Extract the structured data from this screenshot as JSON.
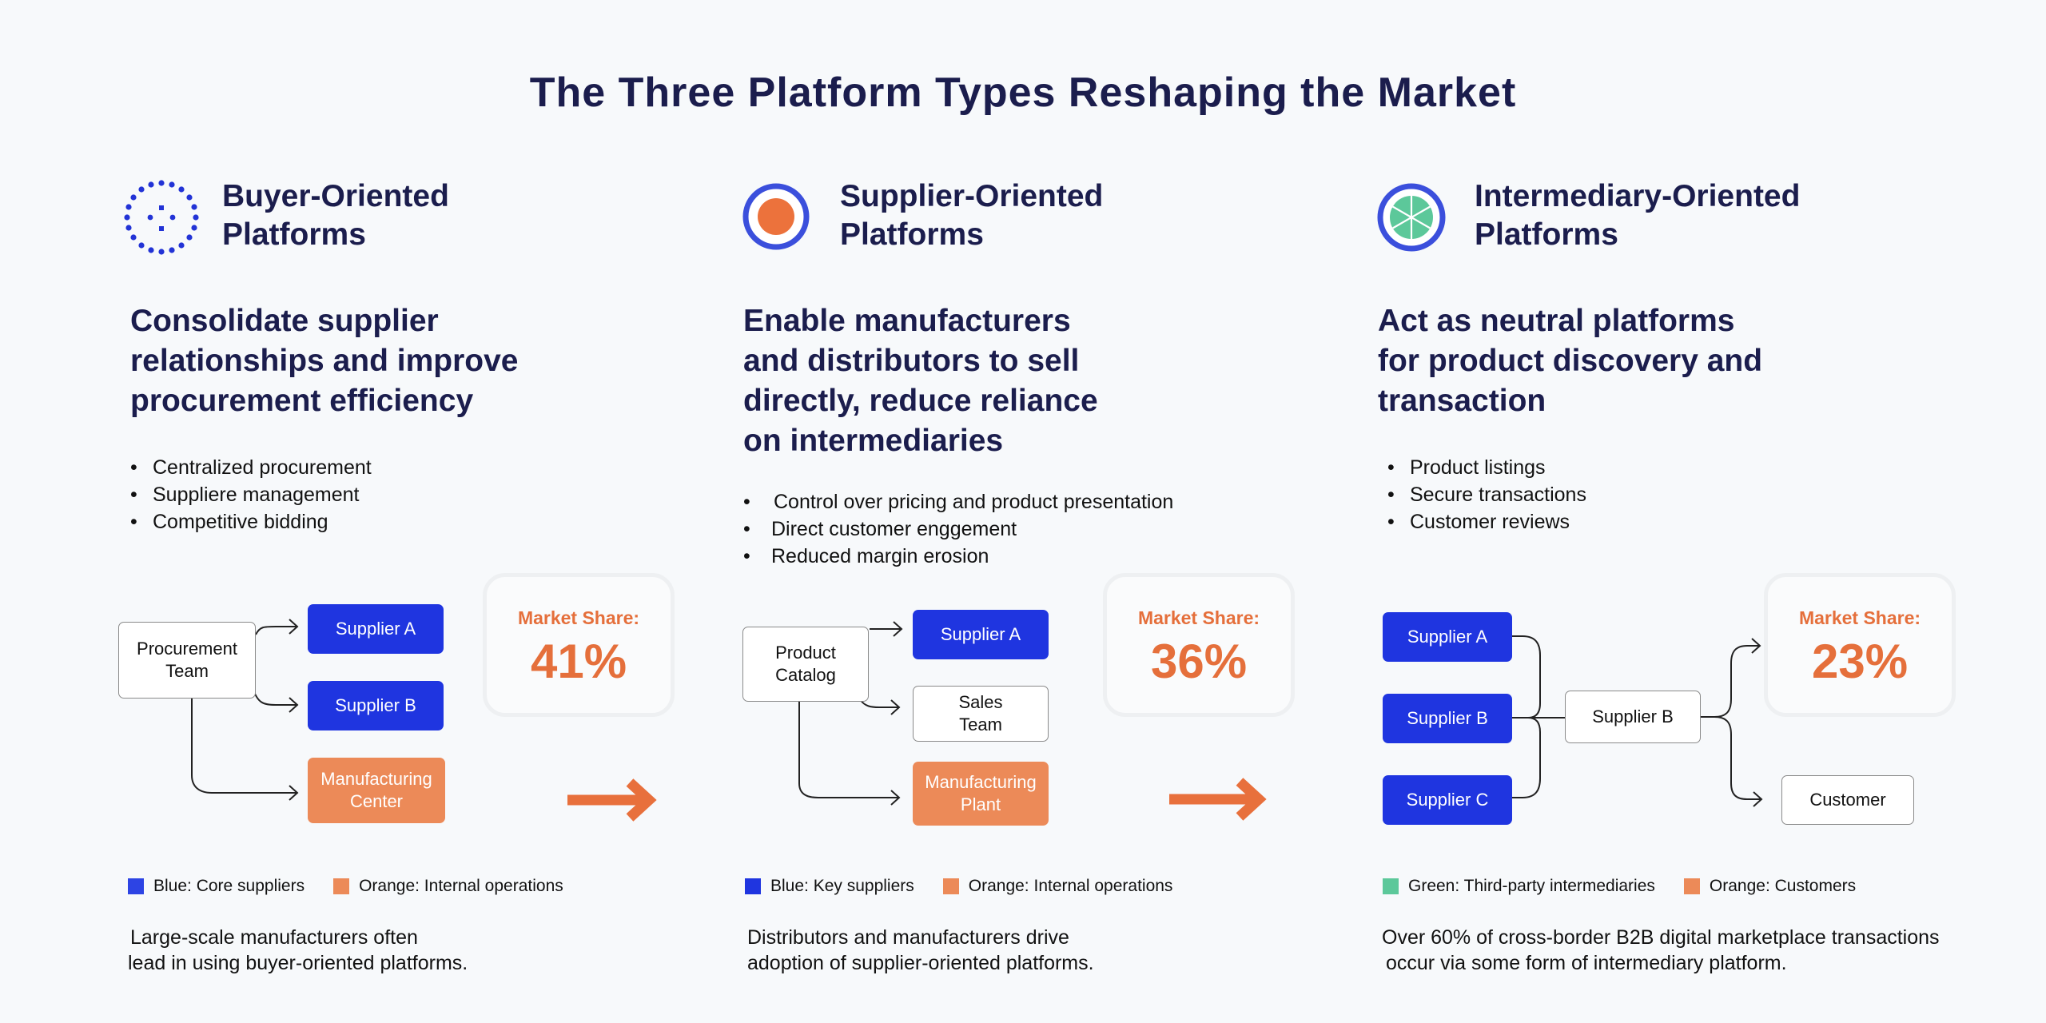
{
  "title": "The Three Platform Types Reshaping the Market",
  "colors": {
    "navy": "#1b1d4d",
    "blue": "#1f35e0",
    "orange": "#ec8a58",
    "accent_orange": "#e56f3b",
    "green": "#5cc89a",
    "ring_blue": "#3b4fdc"
  },
  "columns": [
    {
      "icon": "dotted-circle-icon",
      "title_line1": "Buyer-Oriented",
      "title_line2": "Platforms",
      "subtitle": [
        "Consolidate supplier",
        "relationships and improve",
        "procurement efficiency"
      ],
      "bullets": [
        "Centralized procurement",
        "Suppliere management",
        "Competitive bidding"
      ],
      "diagram": {
        "source": [
          "Procurement",
          "Team"
        ],
        "targets": [
          {
            "label": [
              "Supplier A"
            ],
            "color": "blue"
          },
          {
            "label": [
              "Supplier B"
            ],
            "color": "blue"
          },
          {
            "label": [
              "Manufacturing",
              "Center"
            ],
            "color": "orange"
          }
        ]
      },
      "market_share_label": "Market Share:",
      "market_share_value": "41%",
      "legend": [
        {
          "color": "#2d44e4",
          "label": "Blue: Core suppliers"
        },
        {
          "color": "#ec8a58",
          "label": "Orange: Internal operations"
        }
      ],
      "note": [
        "Large-scale manufacturers often",
        "lead in using buyer-oriented platforms."
      ]
    },
    {
      "icon": "target-circle-icon",
      "title_line1": "Supplier-Oriented",
      "title_line2": "Platforms",
      "subtitle": [
        "Enable manufacturers",
        "and distributors to sell",
        "directly, reduce reliance",
        "on intermediaries"
      ],
      "bullets": [
        "Control over pricing and product presentation",
        "Direct customer enggement",
        "Reduced margin erosion"
      ],
      "diagram": {
        "source": [
          "Product",
          "Catalog"
        ],
        "targets": [
          {
            "label": [
              "Supplier A"
            ],
            "color": "blue"
          },
          {
            "label": [
              "Sales",
              "Team"
            ],
            "color": "white"
          },
          {
            "label": [
              "Manufacturing",
              "Plant"
            ],
            "color": "orange"
          }
        ]
      },
      "market_share_label": "Market Share:",
      "market_share_value": "36%",
      "legend": [
        {
          "color": "#1f35e0",
          "label": "Blue: Key suppliers"
        },
        {
          "color": "#ec8a58",
          "label": "Orange: Internal operations"
        }
      ],
      "note": [
        "Distributors and manufacturers drive",
        "adoption of supplier-oriented platforms."
      ]
    },
    {
      "icon": "segmented-wheel-icon",
      "title_line1": "Intermediary-Oriented",
      "title_line2": "Platforms",
      "subtitle": [
        "Act as neutral platforms",
        "for product discovery and",
        "transaction"
      ],
      "bullets": [
        "Product listings",
        "Secure transactions",
        "Customer reviews"
      ],
      "diagram": {
        "sources": [
          "Supplier A",
          "Supplier B",
          "Supplier C"
        ],
        "hub": "Supplier B",
        "output": "Customer"
      },
      "market_share_label": "Market Share:",
      "market_share_value": "23%",
      "legend": [
        {
          "color": "#5cc89a",
          "label": "Green: Third-party intermediaries"
        },
        {
          "color": "#ec8a58",
          "label": "Orange: Customers"
        }
      ],
      "note": [
        "Over 60% of cross-border B2B digital marketplace transactions",
        "occur via some form of intermediary platform."
      ]
    }
  ]
}
